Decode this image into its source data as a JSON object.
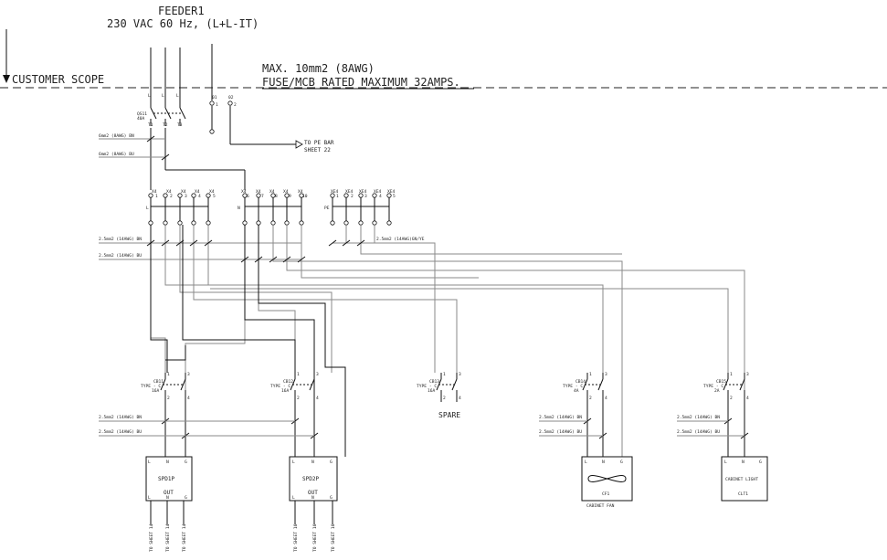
{
  "header": {
    "feeder_title": "FEEDER1",
    "supply": "230 VAC 60 Hz, (L+L-IT)",
    "scope_label": "CUSTOMER SCOPE",
    "max_note": "MAX.      10mm2 (8AWG)",
    "fuse_note": "FUSE/MCB RATED MAXIMUM 32AMPS."
  },
  "feeder": {
    "labels": [
      "L",
      "L",
      "L"
    ],
    "breaker_id": "QS11",
    "breaker_rating": "40A",
    "terminals": [
      "T1",
      "T2",
      "T3"
    ],
    "pe_terminals": [
      "01",
      "02"
    ],
    "pe_numbers": [
      "1",
      "2"
    ],
    "pe_bar": "TO PE BAR",
    "pe_sheet": "SHEET 22",
    "wire_bn": "6mm2 (8AWG) BN",
    "wire_bu": "6mm2 (8AWG) BU"
  },
  "terminal_blocks": {
    "groups": [
      {
        "label": "L",
        "ids": [
          "X4",
          "X4",
          "X4",
          "X4",
          "X4"
        ],
        "nums": [
          "1",
          "2",
          "3",
          "4",
          "5"
        ]
      },
      {
        "label": "N",
        "ids": [
          "X4",
          "X4",
          "X4",
          "X4",
          "X4"
        ],
        "nums": [
          "6",
          "7",
          "8",
          "9",
          "10"
        ]
      },
      {
        "label": "PE",
        "ids": [
          "XE4",
          "XE4",
          "XE4",
          "XE4",
          "XE4"
        ],
        "nums": [
          "1",
          "2",
          "3",
          "4",
          "5"
        ]
      }
    ],
    "wire_bn": "2.5mm2 (14AWG) BN",
    "wire_bu": "2.5mm2 (14AWG) BU",
    "wire_pe": "2.5mm2 (14AWG)GN/YE"
  },
  "branches": [
    {
      "id": "CB11",
      "type": "TYPE - C",
      "rating": "16A",
      "bn": "2.5mm2 (14AWG) BN",
      "bu": "2.5mm2 (14AWG) BU",
      "load": "SPD1P",
      "load_sub": "OUT",
      "caption": "",
      "outputs": [
        "TO SHEET 14",
        "TO SHEET 14",
        "TO SHEET 14"
      ]
    },
    {
      "id": "CB12",
      "type": "TYPE - C",
      "rating": "16A",
      "bn": "2.5mm2 (14AWG) BN",
      "bu": "2.5mm2 (14AWG) BU",
      "load": "SPD2P",
      "load_sub": "OUT",
      "caption": "",
      "outputs": [
        "TO SHEET 16",
        "TO SHEET 16",
        "TO SHEET 16"
      ]
    },
    {
      "id": "CB13",
      "type": "TYPE - C",
      "rating": "16A",
      "bn": "",
      "bu": "",
      "load": "",
      "load_sub": "",
      "caption": "SPARE",
      "outputs": []
    },
    {
      "id": "CB14",
      "type": "TYPE - C",
      "rating": "4A",
      "bn": "2.5mm2 (14AWG) BN",
      "bu": "2.5mm2 (14AWG) BU",
      "load": "CF1",
      "load_sub": "",
      "caption": "CABINET FAN",
      "outputs": []
    },
    {
      "id": "CB15",
      "type": "TYPE - C",
      "rating": "2A",
      "bn": "2.5mm2 (14AWG) BN",
      "bu": "2.5mm2 (14AWG) BU",
      "load": "CABINET LIGHT",
      "load_sub": "",
      "caption": "CLT1",
      "outputs": []
    }
  ],
  "pin_labels": {
    "top": [
      "L",
      "N",
      "G"
    ],
    "bottom": [
      "L",
      "N",
      "G"
    ],
    "breaker_in": [
      "1",
      "3"
    ],
    "breaker_out": [
      "2",
      "4"
    ]
  },
  "icons": {
    "fan": "fan-icon",
    "arrow": "arrow-icon"
  }
}
